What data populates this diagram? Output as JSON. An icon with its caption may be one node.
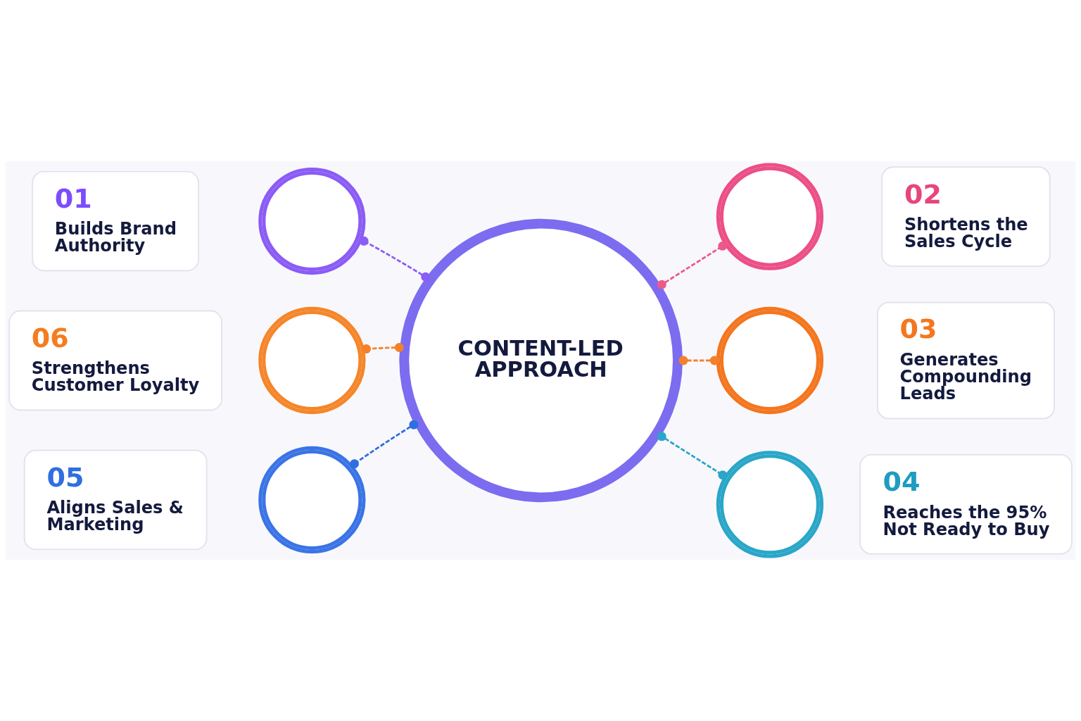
{
  "diagram": {
    "nodes": [
      {
        "text": [
          "01",
          "Builds Brand Authority"
        ]
      },
      {
        "text": [],
        "shape": "picture"
      },
      {
        "text": [],
        "shape": "picture"
      },
      {
        "text": [
          "02",
          "Shortens the Sales Cycle"
        ]
      },
      {
        "text": [
          "06",
          "Strengthens Customer Loyalty"
        ]
      },
      {
        "text": [],
        "shape": "picture"
      },
      {
        "text": [
          "CONTENT-LED APPROACH"
        ]
      },
      {
        "text": [],
        "shape": "picture"
      },
      {
        "text": [
          "03",
          "Generates Compounding Leads"
        ]
      },
      {
        "text": [
          "05",
          "Aligns Sales & Marketing"
        ]
      },
      {
        "text": [],
        "shape": "picture"
      },
      {
        "text": [],
        "shape": "picture"
      },
      {
        "text": [
          "04",
          "Reaches the 95% Not Ready to Buy"
        ]
      }
    ],
    "edges": [
      {
        "from": 6,
        "to": 1,
        "arrow": "other",
        "style": "dashed",
        "color": "#8b5cf6"
      },
      {
        "from": 6,
        "to": 2,
        "arrow": "other",
        "style": "dashed",
        "color": "#ec5a8a"
      },
      {
        "from": 6,
        "to": 5,
        "arrow": "other",
        "style": "dashed",
        "color": "#f4812a"
      },
      {
        "from": 6,
        "to": 7,
        "arrow": "other",
        "style": "dashed",
        "color": "#f4812a"
      },
      {
        "from": 6,
        "to": 10,
        "arrow": "other",
        "style": "dashed",
        "color": "#2f6fe0"
      },
      {
        "from": 6,
        "to": 11,
        "arrow": "other",
        "style": "dashed",
        "color": "#2aa6c8"
      }
    ]
  }
}
